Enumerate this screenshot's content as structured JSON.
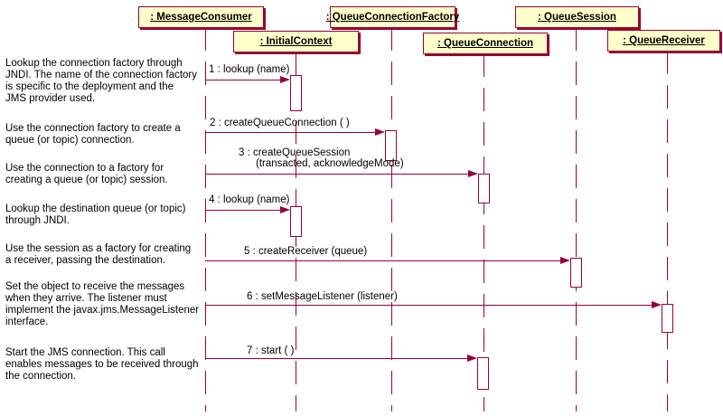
{
  "diagram": {
    "type": "uml-sequence-diagram",
    "colors": {
      "line": "#990033",
      "object_fill": "#FFFFCC",
      "text": "#000000"
    },
    "objects": [
      {
        "label": ": MessageConsumer"
      },
      {
        "label": ": InitialContext"
      },
      {
        "label": ": QueueConnectionFactory"
      },
      {
        "label": ": QueueConnection"
      },
      {
        "label": ": QueueSession"
      },
      {
        "label": ": QueueReceiver"
      }
    ],
    "messages": [
      {
        "label": "1 : lookup (name)",
        "from": ": MessageConsumer",
        "to": ": InitialContext"
      },
      {
        "label": "2 : createQueueConnection ( )",
        "from": ": MessageConsumer",
        "to": ": QueueConnectionFactory"
      },
      {
        "label": "3 : createQueueSession",
        "label2": "(transacted, acknowledgeMode)",
        "from": ": MessageConsumer",
        "to": ": QueueConnection"
      },
      {
        "label": "4 : lookup (name)",
        "from": ": MessageConsumer",
        "to": ": InitialContext"
      },
      {
        "label": "5 : createReceiver (queue)",
        "from": ": MessageConsumer",
        "to": ": QueueSession"
      },
      {
        "label": "6 : setMessageListener (listener)",
        "from": ": MessageConsumer",
        "to": ": QueueReceiver"
      },
      {
        "label": "7 : start ( )",
        "from": ": MessageConsumer",
        "to": ": QueueConnection"
      }
    ],
    "annotations": [
      "Lookup the connection factory through\nJNDI. The name of the connection factory\nis specific to the deployment and the\nJMS provider used.",
      "Use the connection factory to create a\nqueue (or topic) connection.",
      "Use the connection to a factory for\ncreating a queue (or topic) session.",
      "Lookup the destination queue (or topic)\nthrough JNDI.",
      "Use the session as a factory for creating\na receiver, passing the destination.",
      "Set the object to receive the messages\nwhen they arrive. The listener must\nimplement the javax.jms.MessageListener\ninterface.",
      "Start the JMS connection. This call\nenables messages to be received through\nthe connection."
    ]
  }
}
